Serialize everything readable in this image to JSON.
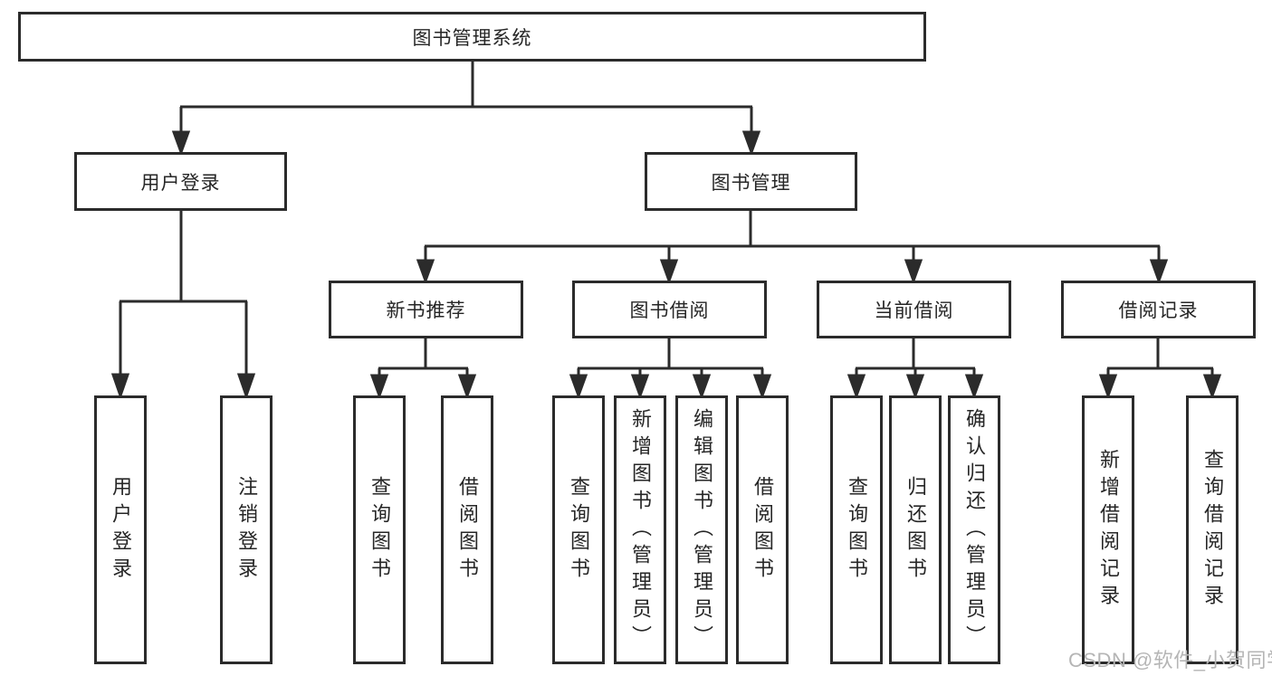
{
  "tree": {
    "root": {
      "label": "图书管理系统"
    },
    "children": [
      {
        "label": "用户登录",
        "children": [
          {
            "label": "用户登录"
          },
          {
            "label": "注销登录"
          }
        ]
      },
      {
        "label": "图书管理",
        "children": [
          {
            "label": "新书推荐",
            "children": [
              {
                "label": "查询图书"
              },
              {
                "label": "借阅图书"
              }
            ]
          },
          {
            "label": "图书借阅",
            "children": [
              {
                "label": "查询图书"
              },
              {
                "label": "新增图书（管理员）"
              },
              {
                "label": "编辑图书（管理员）"
              },
              {
                "label": "借阅图书"
              }
            ]
          },
          {
            "label": "当前借阅",
            "children": [
              {
                "label": "查询图书"
              },
              {
                "label": "归还图书"
              },
              {
                "label": "确认归还（管理员）"
              }
            ]
          },
          {
            "label": "借阅记录",
            "children": [
              {
                "label": "新增借阅记录"
              },
              {
                "label": "查询借阅记录"
              }
            ]
          }
        ]
      }
    ]
  },
  "watermark": {
    "text": "CSDN @软件_小贺同学"
  },
  "colors": {
    "line": "#2b2b2b",
    "box_border": "#2b2b2b",
    "box_background": "#ffffff",
    "text": "#262626",
    "watermark_text": "#b5b5b5",
    "page_background": "#ffffff"
  }
}
